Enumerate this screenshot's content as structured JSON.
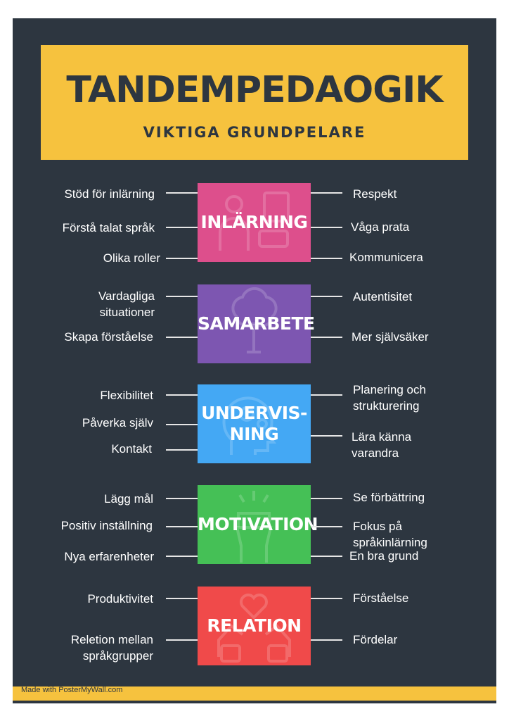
{
  "header": {
    "title": "TANDEMPEDAOGIK",
    "subtitle": "VIKTIGA GRUNDPELARE"
  },
  "colors": {
    "background": "#2d3640",
    "accent": "#f6c23e",
    "inlarning": "#dd4f8c",
    "samarbete": "#7d56b1",
    "undervisning": "#44a8f4",
    "motivation": "#45c056",
    "relation": "#f04a4a"
  },
  "pillars": {
    "inlarning": {
      "label": "INLÄRNING",
      "icon": "teacher-student-icon",
      "left": [
        "Stöd för inlärning",
        "Förstå talat språk",
        "Olika roller"
      ],
      "right": [
        "Respekt",
        "Våga prata",
        "Kommunicera"
      ]
    },
    "samarbete": {
      "label": "SAMARBETE",
      "icon": "brain-tree-icon",
      "left": [
        "Vardagliga situationer",
        "Skapa förståelse"
      ],
      "right": [
        "Autentisitet",
        "Mer självsäker"
      ]
    },
    "undervisning": {
      "label": "UNDERVIS-\nNING",
      "icon": "head-gears-icon",
      "left": [
        "Flexibilitet",
        "Påverka själv",
        "Kontakt"
      ],
      "right": [
        "Planering och strukturering",
        "Lära känna varandra"
      ]
    },
    "motivation": {
      "label": "MOTIVATION",
      "icon": "raised-fist-icon",
      "left": [
        "Lägg mål",
        "Positiv inställning",
        "Nya erfarenheter"
      ],
      "right": [
        "Se förbättring",
        "Fokus på språkinlärning",
        "En bra grund"
      ]
    },
    "relation": {
      "label": "RELATION",
      "icon": "heart-hands-icon",
      "left": [
        "Produktivitet",
        "Reletion mellan språkgrupper"
      ],
      "right": [
        "Förståelse",
        "Fördelar"
      ]
    }
  },
  "footer": {
    "credit": "Made with PosterMyWall.com"
  }
}
